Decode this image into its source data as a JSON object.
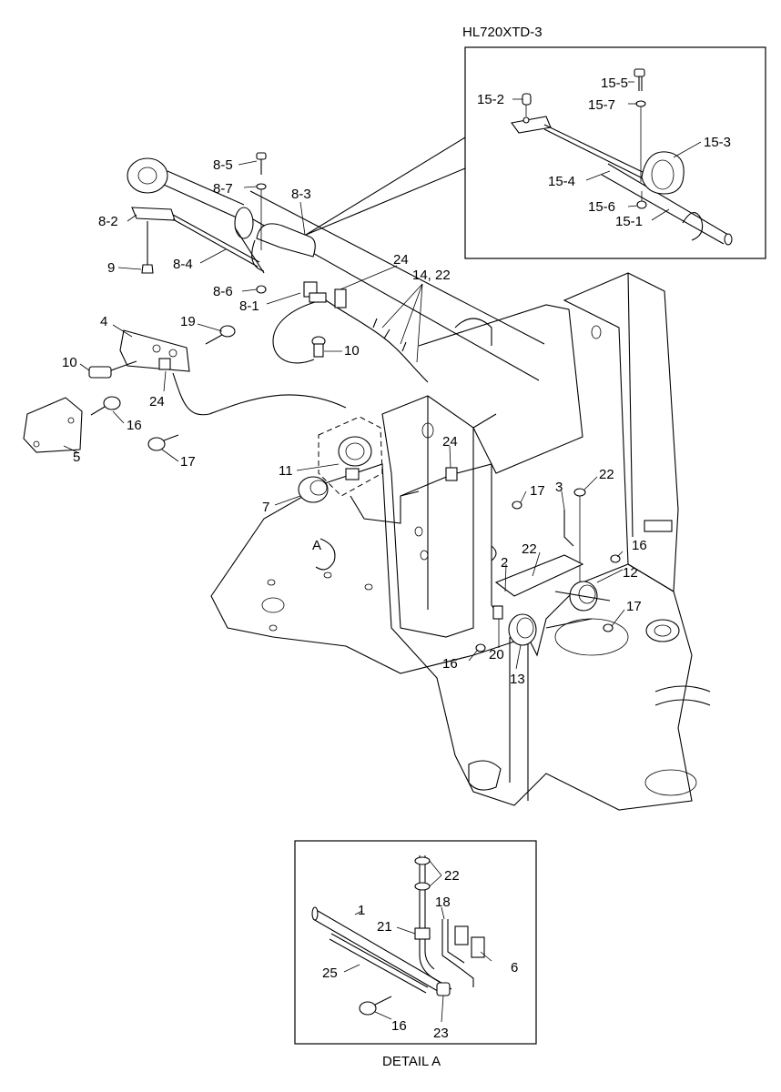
{
  "title": "HL720XTD-3",
  "detail_caption": "DETAIL A",
  "detail_marker": "A",
  "labels": {
    "p15_5": "15-5",
    "p15_2": "15-2",
    "p15_7": "15-7",
    "p15_3": "15-3",
    "p15_4": "15-4",
    "p15_6": "15-6",
    "p15_1": "15-1",
    "p8_5": "8-5",
    "p8_7": "8-7",
    "p8_3": "8-3",
    "p8_2": "8-2",
    "p9": "9",
    "p8_4": "8-4",
    "p8_6": "8-6",
    "p8_1": "8-1",
    "p24a": "24",
    "p14_22": "14, 22",
    "p10a": "10",
    "p4": "4",
    "p19": "19",
    "p10b": "10",
    "p24b": "24",
    "p16a": "16",
    "p5": "5",
    "p17a": "17",
    "p11": "11",
    "p7": "7",
    "p24c": "24",
    "p17b": "17",
    "p3": "3",
    "p22a": "22",
    "p22b": "22",
    "p16b": "16",
    "p2": "2",
    "p12": "12",
    "p17c": "17",
    "p16c": "16",
    "p20": "20",
    "p13": "13",
    "p22c": "22",
    "p1": "1",
    "p18": "18",
    "p21": "21",
    "p6": "6",
    "p25": "25",
    "p16d": "16",
    "p23": "23"
  }
}
